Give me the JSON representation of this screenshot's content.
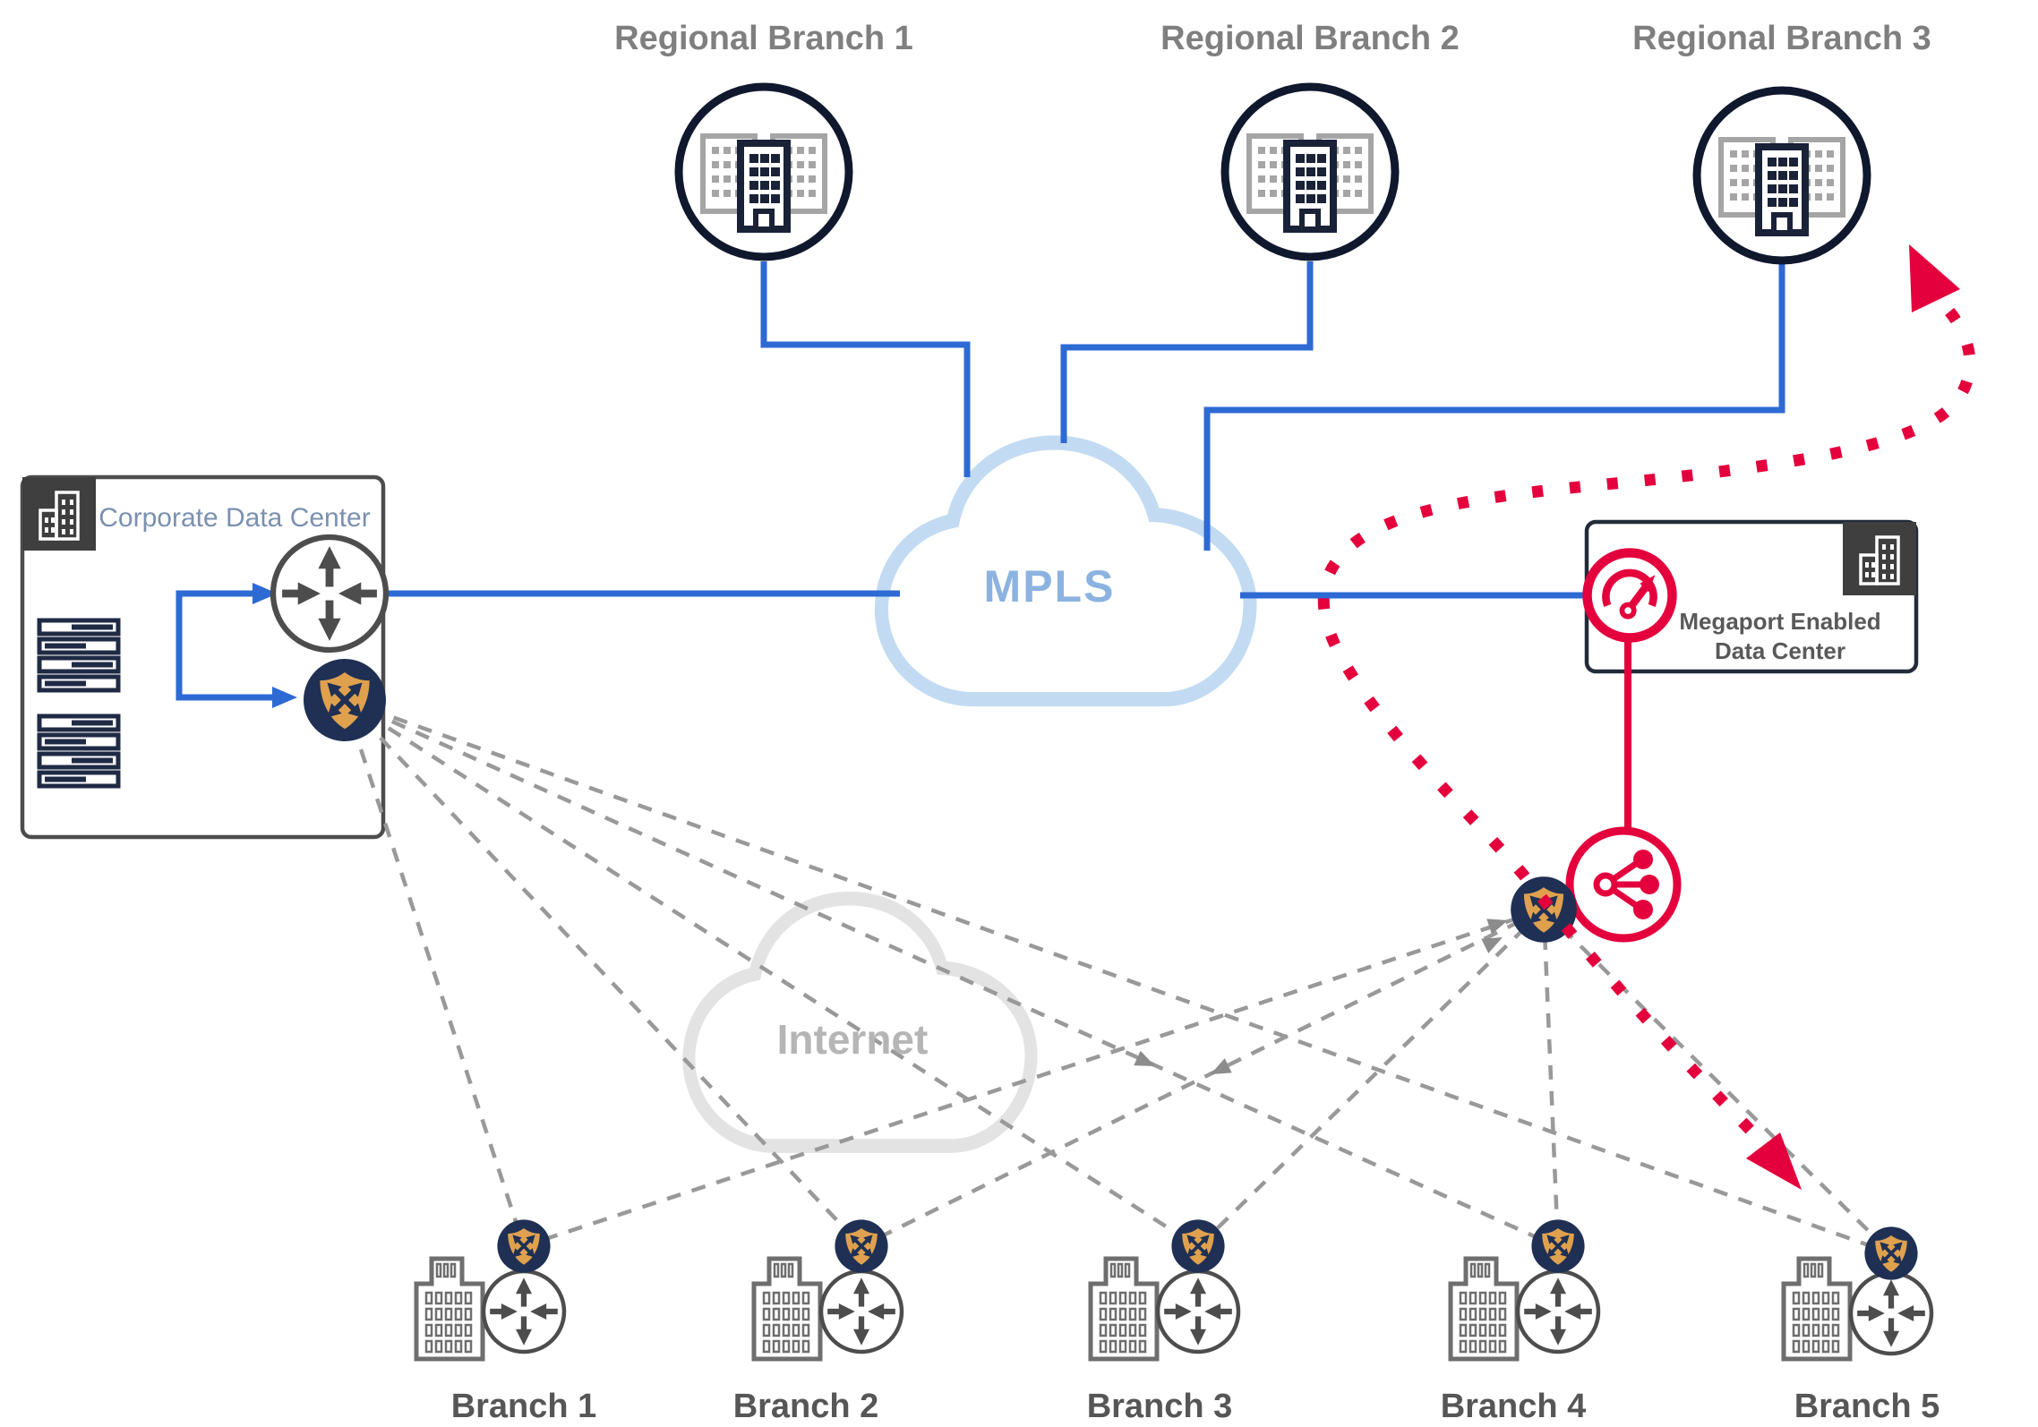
{
  "regional_branches": [
    {
      "label": "Regional Branch 1"
    },
    {
      "label": "Regional Branch 2"
    },
    {
      "label": "Regional Branch 3"
    }
  ],
  "clouds": {
    "mpls": {
      "label": "MPLS"
    },
    "internet": {
      "label": "Internet"
    }
  },
  "corporate_dc": {
    "title": "Corporate Data Center"
  },
  "megaport_dc": {
    "title": "Megaport Enabled Data Center"
  },
  "branches": [
    {
      "label": "Branch 1"
    },
    {
      "label": "Branch 2"
    },
    {
      "label": "Branch 3"
    },
    {
      "label": "Branch 4"
    },
    {
      "label": "Branch 5"
    }
  ],
  "colors": {
    "link_blue": "#2E6AD3",
    "mpls_cloud_stroke": "#C2DBF2",
    "mpls_text": "#8CB3E0",
    "internet_cloud_stroke": "#E3E3E3",
    "megaport_red": "#E4003C",
    "sdwan_gold": "#DFA14E",
    "sdwan_navy": "#1F3054",
    "dashed_gray": "#999999",
    "node_navy": "#10182E",
    "tab_dark": "#3F3F3F"
  }
}
